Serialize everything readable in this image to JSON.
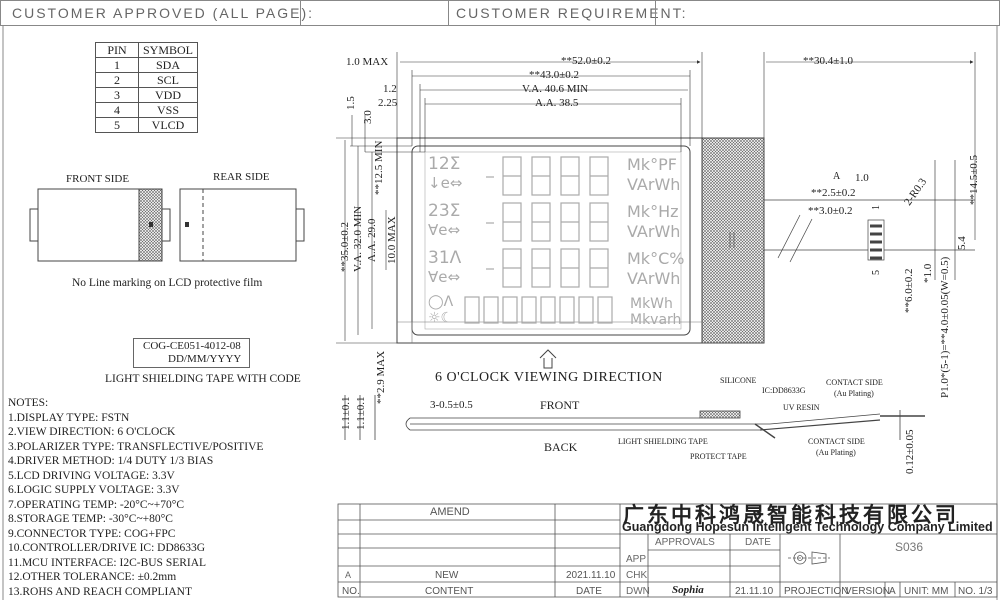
{
  "header": {
    "customer_approved": "CUSTOMER  APPROVED  (ALL  PAGE):",
    "customer_requirement": "CUSTOMER  REQUIREMENT:"
  },
  "pin_table": {
    "headers": [
      "PIN",
      "SYMBOL"
    ],
    "rows": [
      [
        "1",
        "SDA"
      ],
      [
        "2",
        "SCL"
      ],
      [
        "3",
        "VDD"
      ],
      [
        "4",
        "VSS"
      ],
      [
        "5",
        "VLCD"
      ]
    ]
  },
  "sides": {
    "front": "FRONT SIDE",
    "rear": "REAR SIDE",
    "no_line": "No Line marking on LCD protective film"
  },
  "code_box": {
    "line1": "COG-CE051-4012-08",
    "line2": "DD/MM/YYYY",
    "caption": "LIGHT SHIELDING TAPE WITH CODE"
  },
  "notes": {
    "title": "NOTES:",
    "items": [
      "1.DISPLAY TYPE: FSTN",
      "2.VIEW DIRECTION: 6 O'CLOCK",
      "3.POLARIZER TYPE: TRANSFLECTIVE/POSITIVE",
      "4.DRIVER METHOD: 1/4 DUTY 1/3 BIAS",
      "5.LCD DRIVING VOLTAGE: 3.3V",
      "6.LOGIC SUPPLY VOLTAGE: 3.3V",
      "7.OPERATING TEMP: -20°C~+70°C",
      "8.STORAGE TEMP: -30°C~+80°C",
      "9.CONNECTOR TYPE: COG+FPC",
      "10.CONTROLLER/DRIVE IC: DD8633G",
      "11.MCU INTERFACE: I2C-BUS SERIAL",
      "12.OTHER TOLERANCE: ±0.2mm",
      "13.ROHS AND REACH COMPLIANT"
    ]
  },
  "dimensions": {
    "max_1_0": "1.0 MAX",
    "d52": "**52.0±0.2",
    "d43": "**43.0±0.2",
    "d30_4": "**30.4±1.0",
    "d1_2": "1.2",
    "va40": "V.A. 40.6 MIN",
    "d2_25": "2.25",
    "aa38": "A.A. 38.5",
    "d1_5": "1.5",
    "d3_0": "3.0",
    "d35": "**35.0±0.2",
    "va32": "V.A. 32.0 MIN",
    "aa29": "A.A. 29.0",
    "max10": "10.0 MAX",
    "d12_5": "**12.5 MIN",
    "d1_0b": "1.0",
    "d2_5": "**2.5±0.2",
    "d3_0b": "**3.0±0.2",
    "r03": "2-R0.3",
    "d14_5": "**14.5±0.5",
    "d5_4": "5.4",
    "d6_0": "**6.0±0.2",
    "d1_0c": "*1.0",
    "pitch": "P1.0*(5-1)=**4.0±0.05(W=0.5)",
    "d2_9": "**2.9 MAX",
    "d1_1a": "1.1±0.1",
    "d1_1b": "1.1±0.1",
    "d3_05": "3-0.5±0.5",
    "d0_12": "0.12±0.05",
    "pin1": "1",
    "pin5": "5",
    "tri_a": "A"
  },
  "lcd": {
    "row1_left": "12Σ",
    "row1_left2": "↓e⇔",
    "row1_right1": "Mk°PF",
    "row1_right2": "VArWh",
    "row2_left": "23Σ",
    "row2_left2": "∀e⇔",
    "row2_right1": "Mk°Hz",
    "row2_right2": "VArWh",
    "row3_left": "31Λ",
    "row3_left2": "∀e⇔",
    "row3_right1": "Mk°C%",
    "row3_right2": "VArWh",
    "row4_left": "◯Λ",
    "row4_left2": "☼☾",
    "row4_right1": "MkWh",
    "row4_right2": "Mkvarh"
  },
  "viewing": "6 O'CLOCK VIEWING DIRECTION",
  "side_view": {
    "front": "FRONT",
    "back": "BACK",
    "silicone": "SILICONE",
    "ic": "IC:DD8633G",
    "uv": "UV RESIN",
    "shield": "LIGHT SHIELDING TAPE",
    "protect": "PROTECT TAPE",
    "contact_top1": "CONTACT SIDE",
    "contact_top2": "(Au Plating)",
    "contact_bot1": "CONTACT SIDE",
    "contact_bot2": "(Au Plating)"
  },
  "title_block": {
    "amend": "AMEND",
    "company_cn": "广东中科鸿晟智能科技有限公司",
    "company_en": "Guangdong Hopesun Intelligent Technology Company Limited",
    "approvals": "APPROVALS",
    "date": "DATE",
    "part": "S036",
    "app": "APP",
    "chk": "CHK",
    "dwn": "DWN",
    "new": "NEW",
    "new_date": "2021.11.10",
    "no": "NO.",
    "content": "CONTENT",
    "date2": "DATE",
    "sign": "Sophia",
    "sign_date": "21.11.10",
    "projection": "PROJECTION",
    "version": "VERSION",
    "version_val": "A",
    "unit": "UNIT: MM",
    "page": "NO. 1/3",
    "rev_a": "A"
  }
}
